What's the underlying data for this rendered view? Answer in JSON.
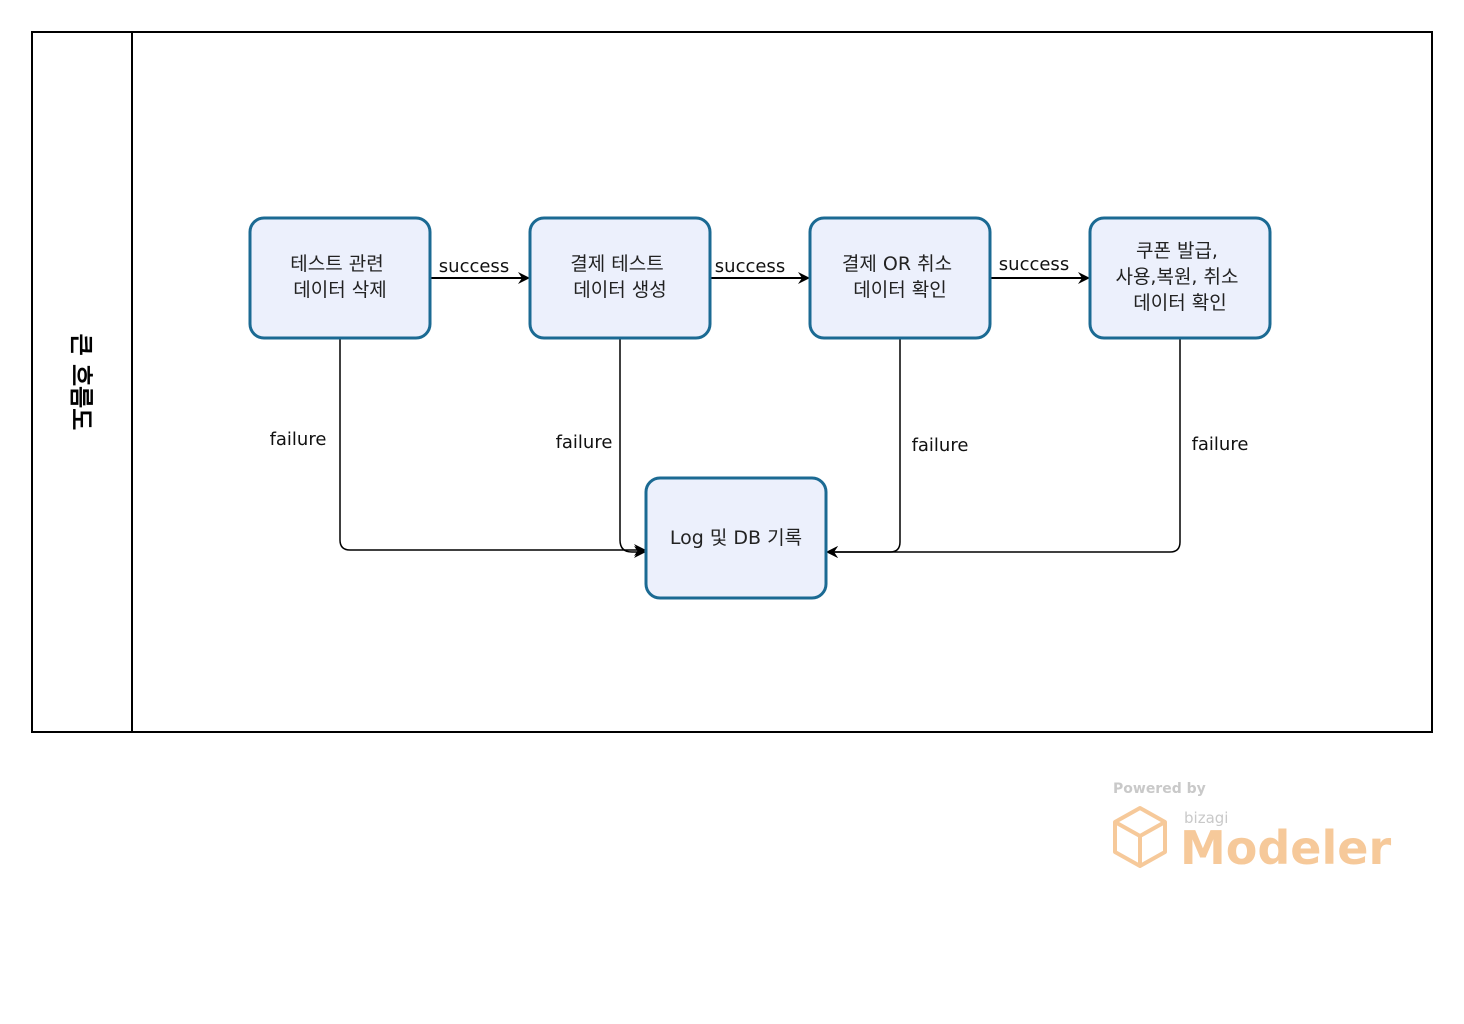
{
  "diagram": {
    "lane": {
      "label": "큰 흐름도"
    },
    "tasks": [
      {
        "id": "t1",
        "lines": [
          "테스트 관련",
          "데이터 삭제"
        ]
      },
      {
        "id": "t2",
        "lines": [
          "결제 테스트",
          "데이터 생성"
        ]
      },
      {
        "id": "t3",
        "lines": [
          "결제 OR 취소",
          "데이터 확인"
        ]
      },
      {
        "id": "t4",
        "lines": [
          "쿠폰 발급,",
          "사용,복원, 취소",
          "데이터 확인"
        ]
      },
      {
        "id": "t5",
        "lines": [
          "Log 및 DB 기록"
        ]
      }
    ],
    "edges": [
      {
        "id": "e1",
        "from": "t1",
        "to": "t2",
        "label": "success"
      },
      {
        "id": "e2",
        "from": "t2",
        "to": "t3",
        "label": "success"
      },
      {
        "id": "e3",
        "from": "t3",
        "to": "t4",
        "label": "success"
      },
      {
        "id": "e4",
        "from": "t1",
        "to": "t5",
        "label": "failure"
      },
      {
        "id": "e5",
        "from": "t2",
        "to": "t5",
        "label": "failure"
      },
      {
        "id": "e6",
        "from": "t3",
        "to": "t5",
        "label": "failure"
      },
      {
        "id": "e7",
        "from": "t4",
        "to": "t5",
        "label": "failure"
      }
    ],
    "colors": {
      "task_fill": "#ecf0fc",
      "task_stroke": "#1b6a93",
      "edge": "#000000",
      "watermark_orange": "#f6c99a"
    }
  },
  "watermark": {
    "powered_by": "Powered by",
    "brand": "bizagi",
    "product": "Modeler"
  }
}
